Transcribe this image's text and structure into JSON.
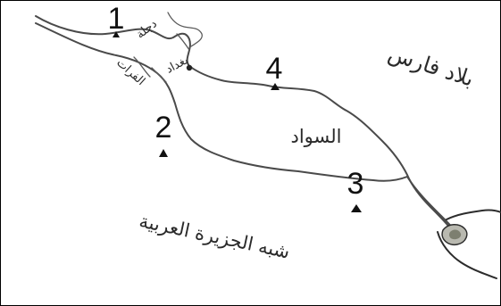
{
  "markers": [
    {
      "id": "1",
      "label": "1"
    },
    {
      "id": "2",
      "label": "2"
    },
    {
      "id": "3",
      "label": "3"
    },
    {
      "id": "4",
      "label": "4"
    }
  ],
  "places": {
    "persia": "بلاد فارس",
    "sawad": "السواد",
    "arabia": "شبه الجزيرة العربية",
    "baghdad": "بغداد",
    "dijla": "دجلة",
    "furat": "الفرات"
  },
  "colors": {
    "ink": "#2a2a2a",
    "marker": "#111111",
    "frame": "#000000"
  }
}
